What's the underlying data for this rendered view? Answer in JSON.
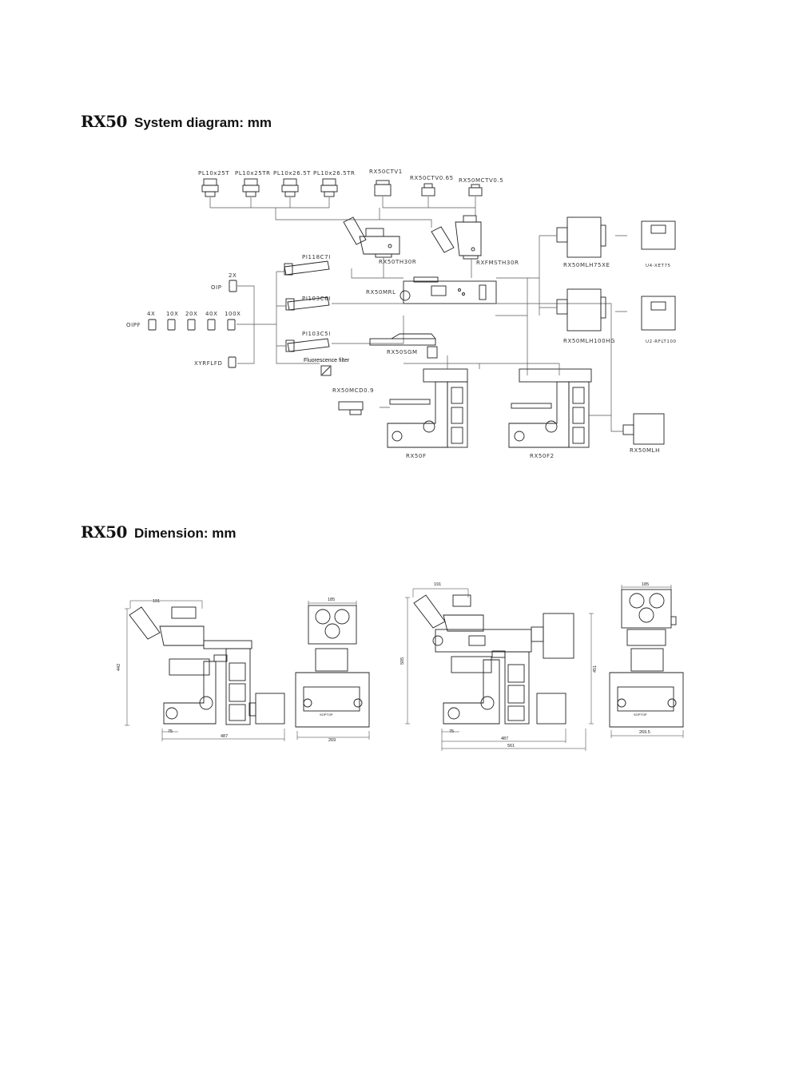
{
  "sections": {
    "system": {
      "brand": "RX50",
      "title": "System diagram: mm"
    },
    "dimension": {
      "brand": "RX50",
      "title": "Dimension: mm"
    }
  },
  "eyepieces": [
    "PL10x25T",
    "PL10x25TR",
    "PL10x26.5T",
    "PL10x26.5TR"
  ],
  "adapters": [
    "RX50CTV1",
    "RX50CTV0.65",
    "RX50MCTV0.5"
  ],
  "heads": [
    "RX50TH30R",
    "RXFMSTH30R"
  ],
  "filters": [
    "PI118C7I",
    "PI103C6I",
    "PI103C5I"
  ],
  "fluorescence_filter": "Fluorescence filter",
  "illuminator": "RX50MRL",
  "objectives": {
    "oip_mag": "2X",
    "oip_label": "OIP",
    "oipf_label": "OIPF",
    "oipf_mags": [
      "4X",
      "10X",
      "20X",
      "40X",
      "100X"
    ],
    "xyrflfd": "XYRFLFD"
  },
  "stage": "RX50SGM",
  "condenser": "RX50MCD0.9",
  "bodies": [
    "RX50F",
    "RX50F2"
  ],
  "lamphouse": "RX50MLH",
  "lamp_units": [
    {
      "name": "RX50MLH75XE",
      "power": "U4-XET75"
    },
    {
      "name": "RX50MLH100HG",
      "power": "U2-RFLT100"
    }
  ],
  "dimensions": {
    "left_set": {
      "width_top": "191",
      "height": "442",
      "base": "75",
      "total": "487",
      "front_width": "185",
      "front_base": "269"
    },
    "right_set": {
      "width_top": "191",
      "height": "505",
      "height_right": "451",
      "base": "75",
      "total": "487",
      "total2": "561",
      "front_width": "185",
      "front_base": "269.5"
    }
  },
  "body_badge": "RX50",
  "front_logo": "SOPTOP"
}
